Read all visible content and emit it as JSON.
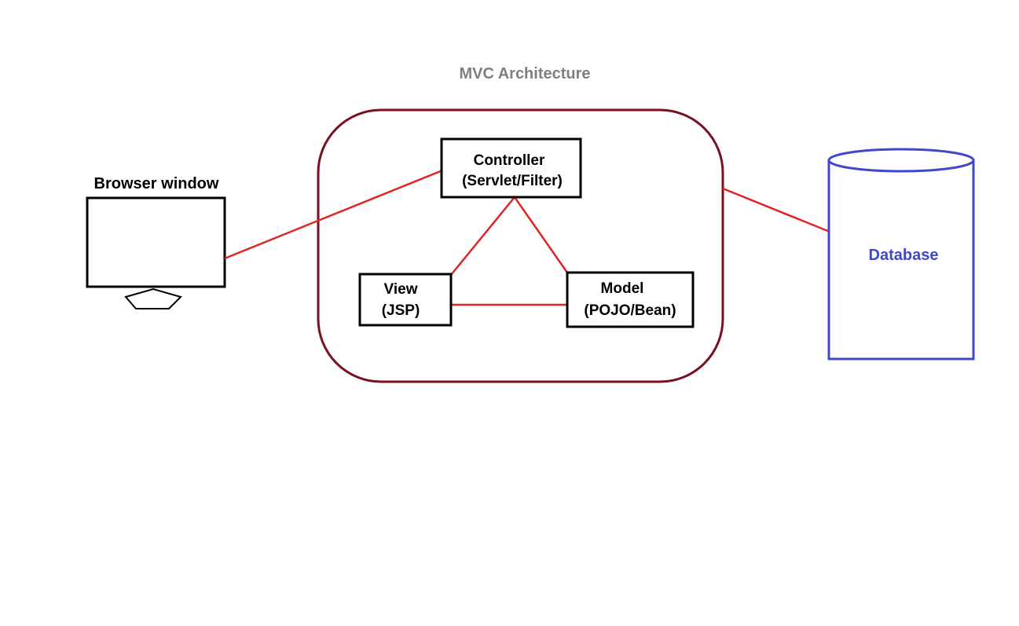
{
  "title": "MVC Architecture",
  "browser": {
    "label": "Browser window"
  },
  "controller": {
    "line1": "Controller",
    "line2": "(Servlet/Filter)"
  },
  "view": {
    "line1": "View",
    "line2": "(JSP)"
  },
  "model": {
    "line1": "Model",
    "line2": "(POJO/Bean)"
  },
  "database": {
    "label": "Database"
  },
  "colors": {
    "title": "#7f7f7f",
    "container_border": "#7a1022",
    "connector": "#e02424",
    "box_border": "#000000",
    "database": "#3f48cc",
    "text": "#000000"
  }
}
